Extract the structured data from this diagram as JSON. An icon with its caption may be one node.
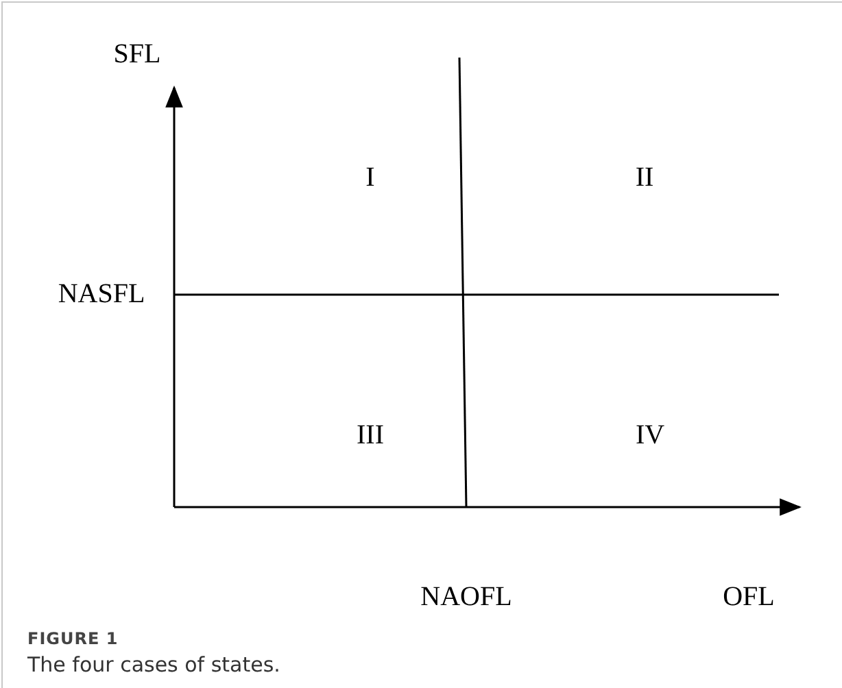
{
  "diagram": {
    "caption": "The four cases of states.",
    "labels": [
      "SFL",
      "I",
      "II",
      "NASFL",
      "III",
      "IV",
      "NAOFL",
      "OFL",
      "FIGURE 1"
    ]
  }
}
